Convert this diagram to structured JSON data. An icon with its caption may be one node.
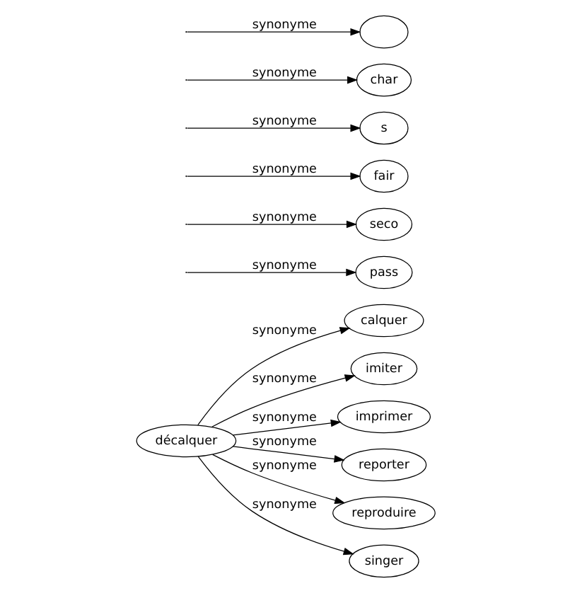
{
  "diagram": {
    "nodes": [
      {
        "text": [
          "décalquer"
        ]
      },
      {
        "text": [
          "calquer"
        ]
      },
      {
        "text": [
          "imiter"
        ]
      },
      {
        "text": [
          "imprimer"
        ]
      },
      {
        "text": [
          "reporter"
        ]
      },
      {
        "text": [
          "reproduire"
        ]
      },
      {
        "text": [
          "singer"
        ]
      },
      {
        "text": [
          "pass"
        ]
      },
      {
        "text": [
          "seco"
        ]
      },
      {
        "text": [
          "fair"
        ]
      },
      {
        "text": [
          "s"
        ]
      },
      {
        "text": [
          "char"
        ]
      },
      {
        "text": [],
        "shape": "ellipse"
      }
    ],
    "edges": [
      {
        "from": 0,
        "to": 1,
        "arrow": "to",
        "label": "synonyme"
      },
      {
        "from": 0,
        "to": 2,
        "arrow": "to",
        "label": "synonyme"
      },
      {
        "from": 0,
        "to": 3,
        "arrow": "to",
        "label": "synonyme"
      },
      {
        "from": 0,
        "to": 4,
        "arrow": "to",
        "label": "synonyme"
      },
      {
        "from": 0,
        "to": 5,
        "arrow": "to",
        "label": "synonyme"
      },
      {
        "from": 0,
        "to": 6,
        "arrow": "to",
        "label": "synonyme"
      },
      {
        "from": null,
        "to": 7,
        "arrow": "to",
        "label": "synonyme"
      },
      {
        "from": null,
        "to": 8,
        "arrow": "to",
        "label": "synonyme"
      },
      {
        "from": null,
        "to": 9,
        "arrow": "to",
        "label": "synonyme"
      },
      {
        "from": null,
        "to": 10,
        "arrow": "to",
        "label": "synonyme"
      },
      {
        "from": null,
        "to": 11,
        "arrow": "to",
        "label": "synonyme"
      },
      {
        "from": null,
        "to": 12,
        "arrow": "to",
        "label": "synonyme"
      }
    ]
  }
}
